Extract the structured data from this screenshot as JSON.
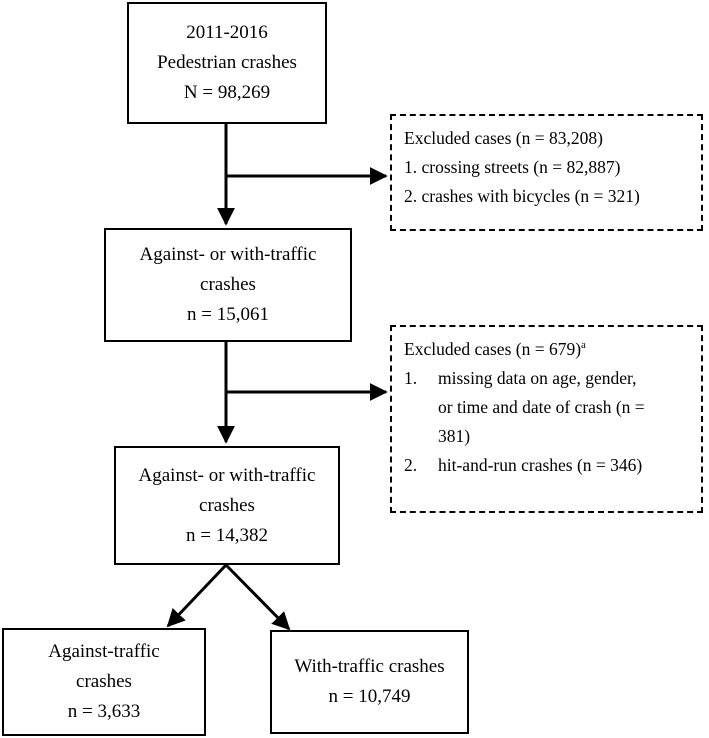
{
  "boxes": {
    "top": {
      "line1": "2011-2016",
      "line2": "Pedestrian crashes",
      "line3": "N = 98,269"
    },
    "mid1": {
      "line1": "Against- or with-traffic",
      "line2": "crashes",
      "line3": "n = 15,061"
    },
    "mid2": {
      "line1": "Against- or with-traffic",
      "line2": "crashes",
      "line3": "n = 14,382"
    },
    "left": {
      "line1": "Against-traffic",
      "line2": "crashes",
      "line3": "n = 3,633"
    },
    "right": {
      "line1": "With-traffic crashes",
      "line2": "n = 10,749"
    }
  },
  "excluded1": {
    "title": "Excluded cases (n = 83,208)",
    "items": [
      "1. crossing streets (n = 82,887)",
      "2. crashes with bicycles (n = 321)"
    ]
  },
  "excluded2": {
    "title": "Excluded cases (n = 679)",
    "title_sup": "a",
    "item1_num": "1.",
    "item1_lines": [
      "missing data on age, gender,",
      "or time and date of crash (n =",
      "381)"
    ],
    "item2_num": "2.",
    "item2_text": "hit-and-run crashes (n = 346)"
  }
}
